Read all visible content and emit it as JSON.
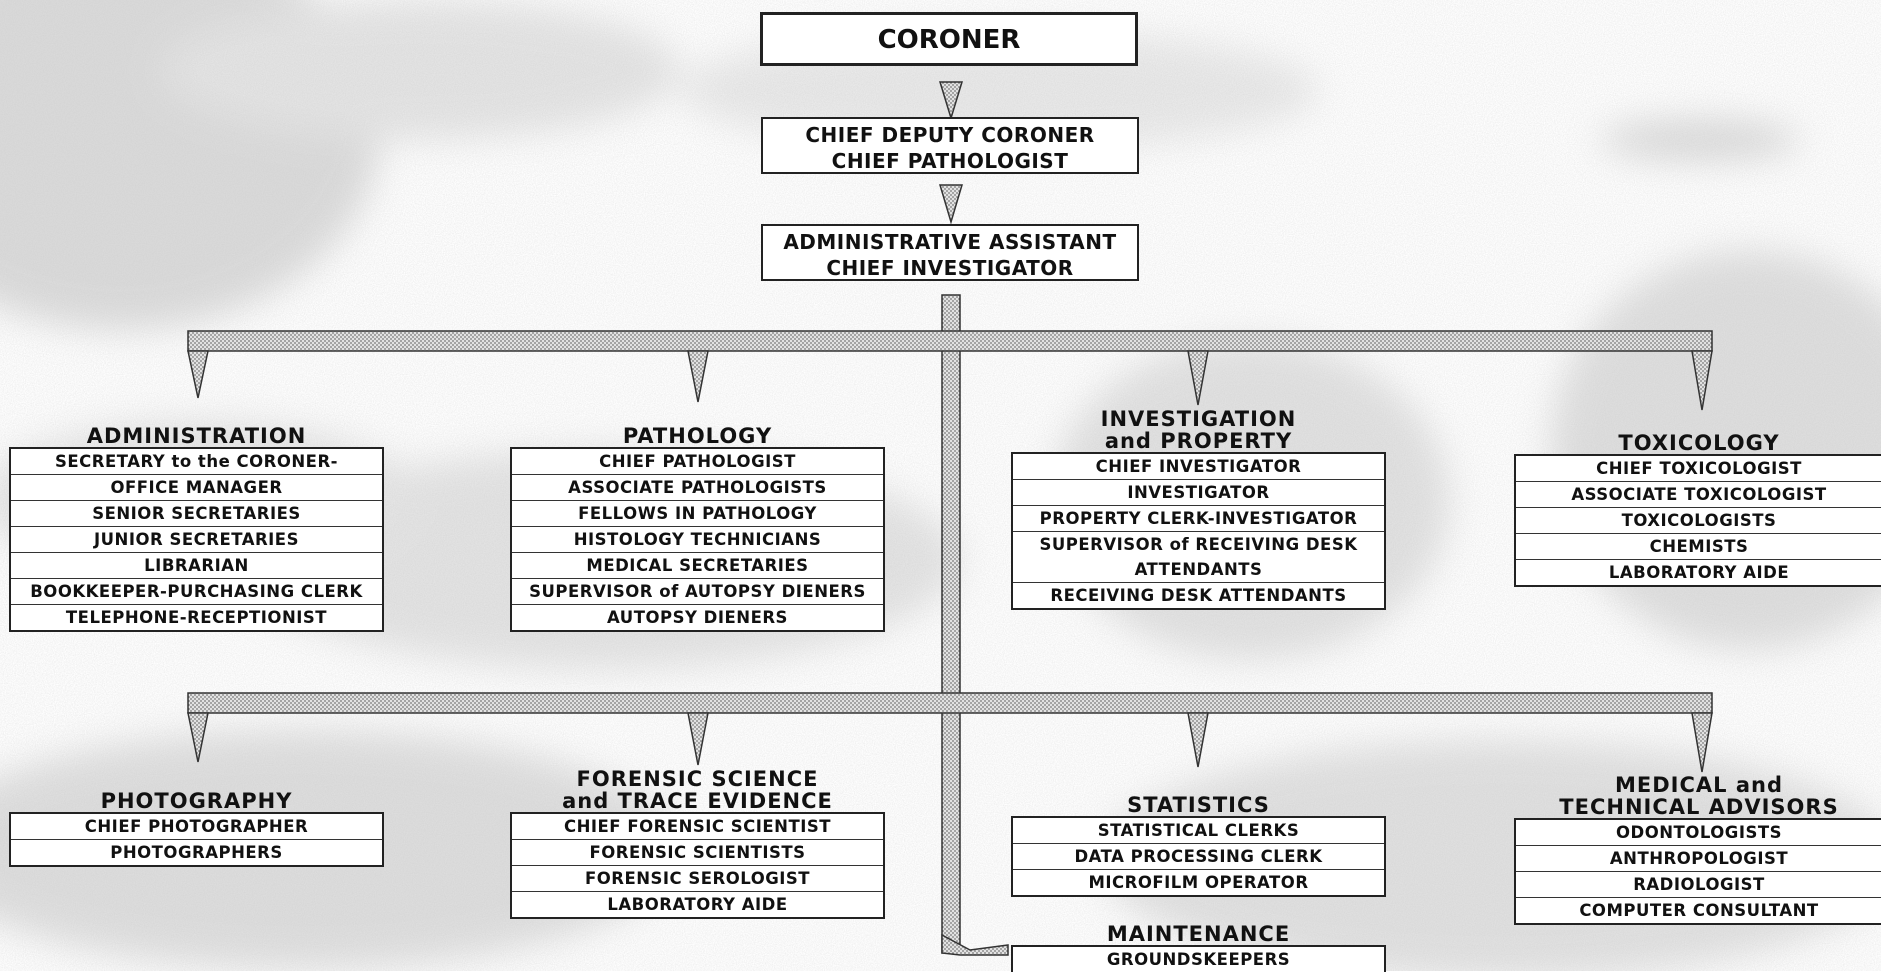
{
  "top": {
    "coroner": "CORONER",
    "deputy": [
      "CHIEF DEPUTY CORONER",
      "CHIEF PATHOLOGIST"
    ],
    "admin_assistant": [
      "ADMINISTRATIVE ASSISTANT",
      "CHIEF INVESTIGATOR"
    ]
  },
  "departments": {
    "administration": {
      "title": [
        "ADMINISTRATION"
      ],
      "items": [
        "SECRETARY to the CORONER-",
        "OFFICE MANAGER",
        "SENIOR SECRETARIES",
        "JUNIOR SECRETARIES",
        "LIBRARIAN",
        "BOOKKEEPER-PURCHASING CLERK",
        "TELEPHONE-RECEPTIONIST"
      ]
    },
    "pathology": {
      "title": [
        "PATHOLOGY"
      ],
      "items": [
        "CHIEF PATHOLOGIST",
        "ASSOCIATE PATHOLOGISTS",
        "FELLOWS IN PATHOLOGY",
        "HISTOLOGY TECHNICIANS",
        "MEDICAL SECRETARIES",
        "SUPERVISOR of AUTOPSY DIENERS",
        "AUTOPSY DIENERS"
      ]
    },
    "investigation": {
      "title": [
        "INVESTIGATION",
        "and PROPERTY"
      ],
      "items": [
        "CHIEF INVESTIGATOR",
        "INVESTIGATOR",
        "PROPERTY CLERK-INVESTIGATOR",
        "SUPERVISOR of RECEIVING DESK",
        "ATTENDANTS",
        "RECEIVING DESK ATTENDANTS"
      ]
    },
    "toxicology": {
      "title": [
        "TOXICOLOGY"
      ],
      "items": [
        "CHIEF TOXICOLOGIST",
        "ASSOCIATE TOXICOLOGIST",
        "TOXICOLOGISTS",
        "CHEMISTS",
        "LABORATORY AIDE"
      ]
    },
    "photography": {
      "title": [
        "PHOTOGRAPHY"
      ],
      "items": [
        "CHIEF PHOTOGRAPHER",
        "PHOTOGRAPHERS"
      ]
    },
    "forensic": {
      "title": [
        "FORENSIC SCIENCE",
        "and TRACE EVIDENCE"
      ],
      "items": [
        "CHIEF FORENSIC SCIENTIST",
        "FORENSIC SCIENTISTS",
        "FORENSIC SEROLOGIST",
        "LABORATORY AIDE"
      ]
    },
    "statistics": {
      "title": [
        "STATISTICS"
      ],
      "items": [
        "STATISTICAL CLERKS",
        "DATA PROCESSING CLERK",
        "MICROFILM OPERATOR"
      ]
    },
    "medical": {
      "title": [
        "MEDICAL and",
        "TECHNICAL ADVISORS"
      ],
      "items": [
        "ODONTOLOGISTS",
        "ANTHROPOLOGIST",
        "RADIOLOGIST",
        "COMPUTER CONSULTANT"
      ]
    },
    "maintenance": {
      "title": [
        "MAINTENANCE"
      ],
      "items": [
        "GROUNDSKEEPERS"
      ]
    }
  },
  "colors": {
    "connector_fill": "#d4d4d4",
    "connector_stroke": "#333333",
    "background_speckle": "#c8c8c8"
  }
}
